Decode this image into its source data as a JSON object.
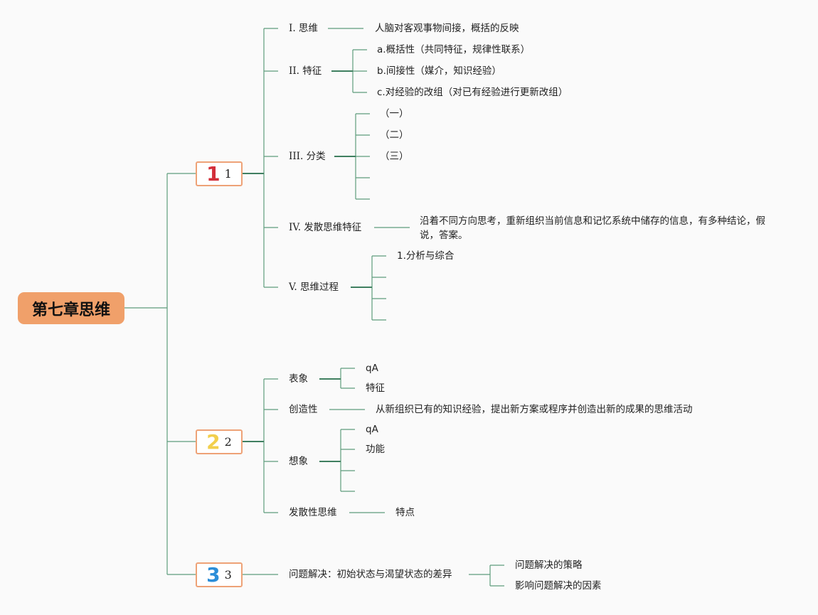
{
  "root": {
    "title": "第七章思维"
  },
  "section1": {
    "badge": "1",
    "number": "1",
    "items": {
      "i": {
        "label": "I. 思维",
        "desc": "人脑对客观事物间接，概括的反映"
      },
      "ii": {
        "label": "II. 特征",
        "children": [
          "a.概括性（共同特征，规律性联系）",
          "b.间接性（媒介，知识经验）",
          "c.对经验的改组（对已有经验进行更新改组）"
        ]
      },
      "iii": {
        "label": "III. 分类",
        "children": [
          "（一）",
          "（二）",
          "（三）",
          "",
          ""
        ]
      },
      "iv": {
        "label": "IV. 发散思维特征",
        "desc": "沿着不同方向思考，重新组织当前信息和记忆系统中储存的信息，有多种结论，假说，答案。"
      },
      "v": {
        "label": "V. 思维过程",
        "children": [
          "1.分析与综合",
          "",
          "",
          ""
        ]
      }
    }
  },
  "section2": {
    "badge": "2",
    "number": "2",
    "items": {
      "biaoxiang": {
        "label": "表象",
        "children": [
          "qA",
          "特征"
        ]
      },
      "chuangzao": {
        "label": "创造性",
        "desc": "从新组织已有的知识经验，提出新方案或程序并创造出新的成果的思维活动"
      },
      "xiangxiang": {
        "label": "想象",
        "children": [
          "qA",
          "功能",
          "",
          ""
        ]
      },
      "fasan": {
        "label": "发散性思维",
        "desc": "特点"
      }
    }
  },
  "section3": {
    "badge": "3",
    "number": "3",
    "items": {
      "wenti": {
        "label": "问题解决：初始状态与渴望状态的差异",
        "children": [
          "问题解决的策略",
          "影响问题解决的因素"
        ]
      }
    }
  },
  "colors": {
    "line": "#5e9c7c",
    "root_bg": "#f0a06a",
    "box_border": "#eea277",
    "badge1": "#d32f3a",
    "badge2": "#f2cf4d",
    "badge3": "#2c8ed8"
  }
}
